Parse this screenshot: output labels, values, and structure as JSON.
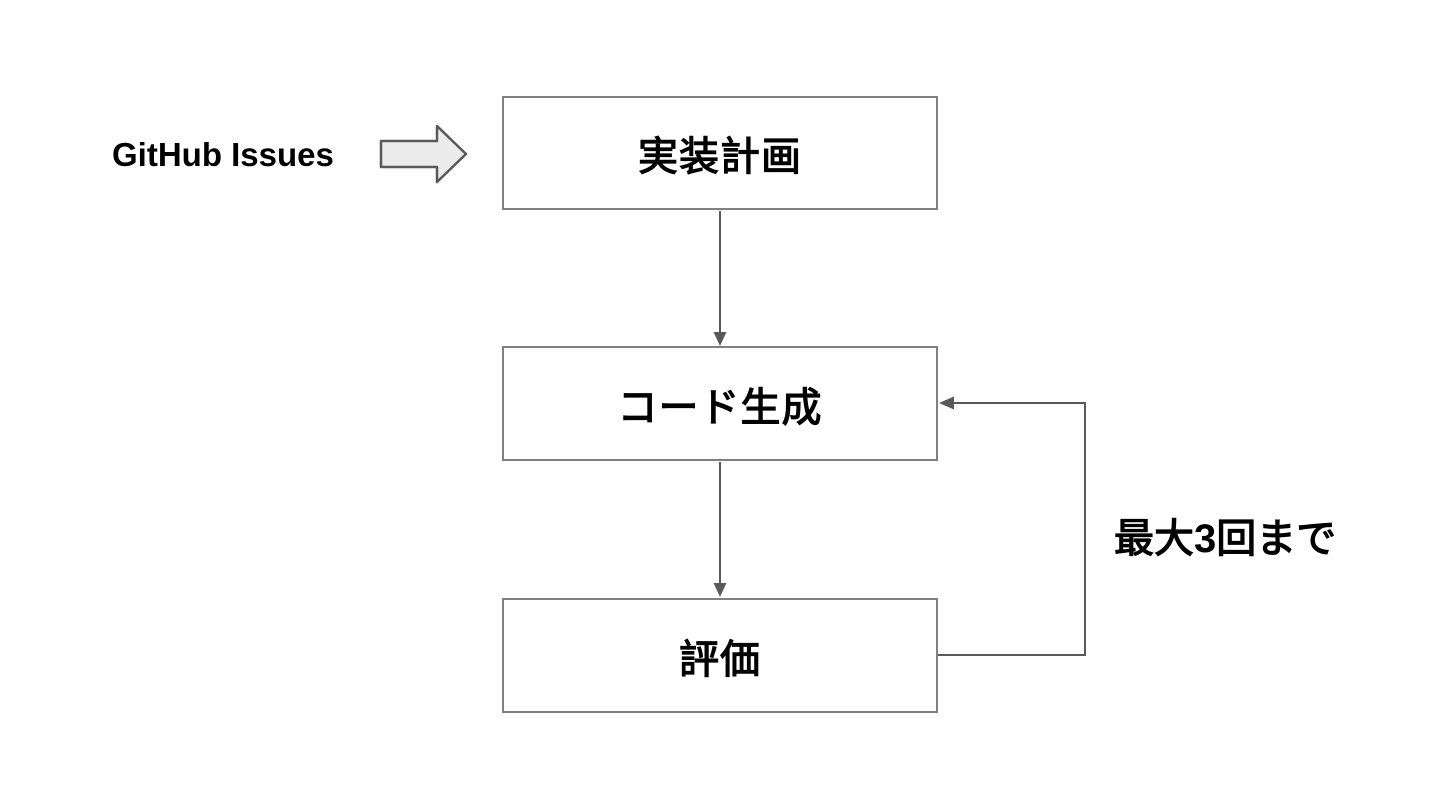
{
  "diagram": {
    "type": "flowchart",
    "input_label": "GitHub Issues",
    "nodes": [
      {
        "id": "plan",
        "label": "実装計画"
      },
      {
        "id": "codegen",
        "label": "コード生成"
      },
      {
        "id": "eval",
        "label": "評価"
      }
    ],
    "edges": [
      {
        "from": "input-label",
        "to": "plan",
        "style": "block-arrow"
      },
      {
        "from": "plan",
        "to": "codegen",
        "style": "arrow-down"
      },
      {
        "from": "codegen",
        "to": "eval",
        "style": "arrow-down"
      },
      {
        "from": "eval",
        "to": "codegen",
        "style": "loop-right",
        "label": "最大3回まで"
      }
    ],
    "loop_label": "最大3回まで",
    "colors": {
      "background": "#ffffff",
      "node_border": "#808080",
      "connector": "#595959",
      "block_arrow_fill": "#ececec",
      "block_arrow_stroke": "#595959",
      "text": "#000000"
    }
  }
}
